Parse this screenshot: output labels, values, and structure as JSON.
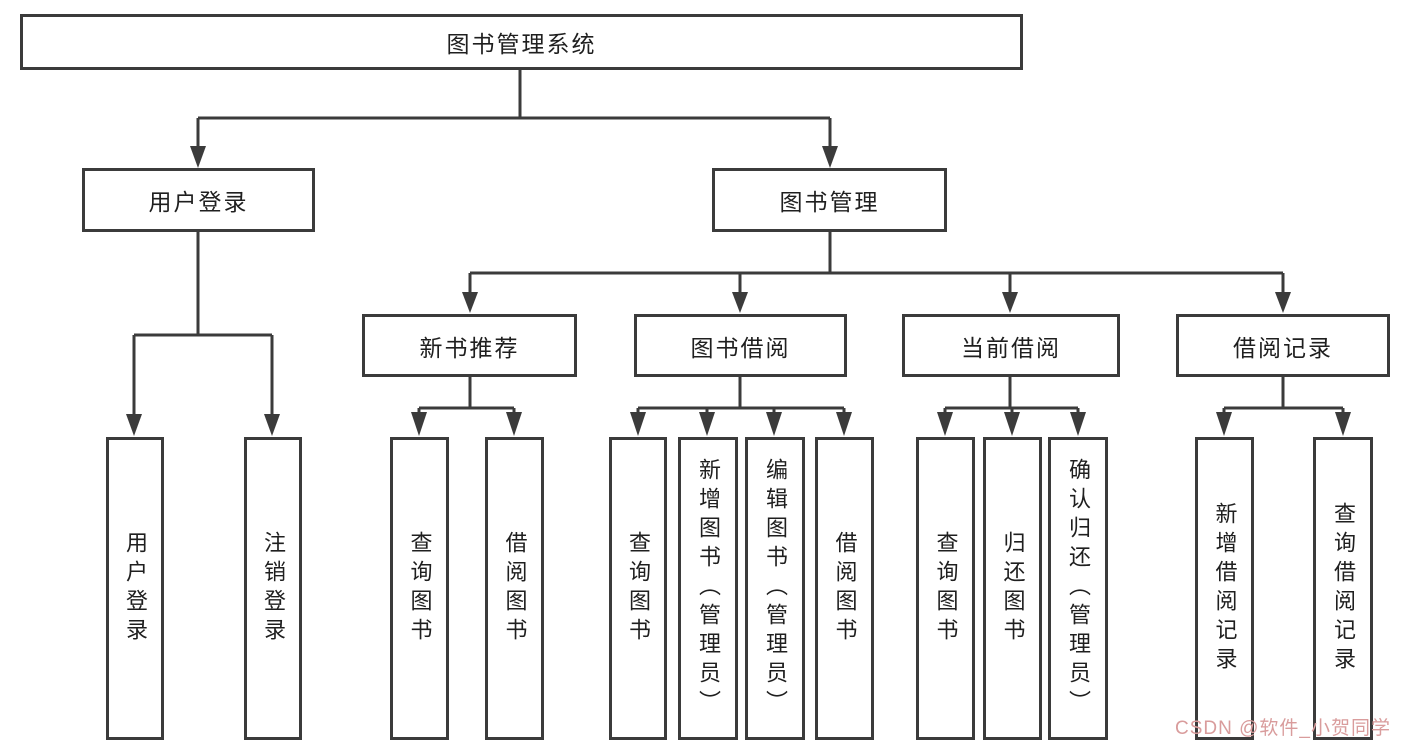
{
  "root": {
    "label": "图书管理系统"
  },
  "branches": [
    {
      "label": "用户登录",
      "children": [
        {
          "label": "用户登录"
        },
        {
          "label": "注销登录"
        }
      ]
    },
    {
      "label": "图书管理",
      "children": [
        {
          "label": "新书推荐",
          "children": [
            {
              "label": "查询图书"
            },
            {
              "label": "借阅图书"
            }
          ]
        },
        {
          "label": "图书借阅",
          "children": [
            {
              "label": "查询图书"
            },
            {
              "label": "新增图书（管理员）"
            },
            {
              "label": "编辑图书（管理员）"
            },
            {
              "label": "借阅图书"
            }
          ]
        },
        {
          "label": "当前借阅",
          "children": [
            {
              "label": "查询图书"
            },
            {
              "label": "归还图书"
            },
            {
              "label": "确认归还（管理员）"
            }
          ]
        },
        {
          "label": "借阅记录",
          "children": [
            {
              "label": "新增借阅记录"
            },
            {
              "label": "查询借阅记录"
            }
          ]
        }
      ]
    }
  ],
  "watermark": {
    "text": "CSDN @软件_小贺同学",
    "color": "#d99c9c"
  },
  "colors": {
    "line": "#3b3b3b",
    "text": "#1f1f1f",
    "background": "#ffffff"
  }
}
